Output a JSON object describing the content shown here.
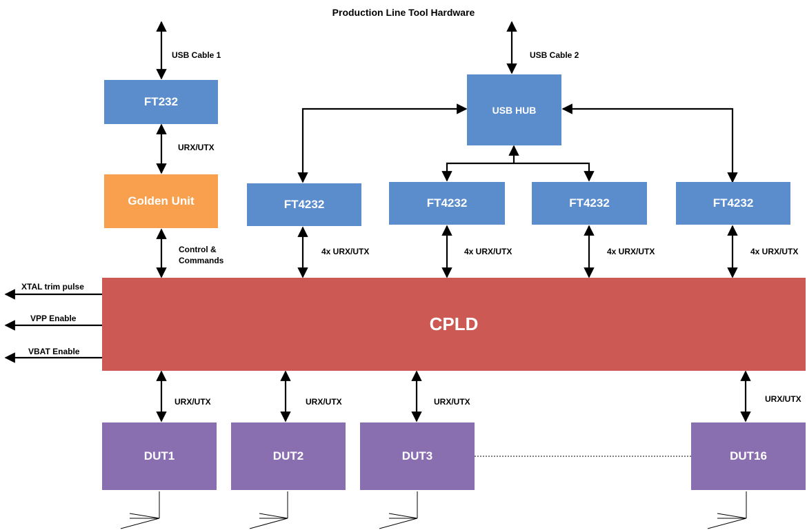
{
  "title": "Production Line Tool Hardware",
  "colors": {
    "ft_block": "#5b8dcd",
    "golden_unit": "#f8a04e",
    "cpld": "#cd5955",
    "dut": "#8a6fb0"
  },
  "blocks": {
    "ft232": "FT232",
    "golden_unit": "Golden Unit",
    "usb_hub": "USB HUB",
    "ft4232_1": "FT4232",
    "ft4232_2": "FT4232",
    "ft4232_3": "FT4232",
    "ft4232_4": "FT4232",
    "cpld": "CPLD",
    "dut1": "DUT1",
    "dut2": "DUT2",
    "dut3": "DUT3",
    "dut16": "DUT16"
  },
  "links": {
    "usb_cable_1": "USB Cable 1",
    "usb_cable_2": "USB Cable 2",
    "ft232_golden": "URX/UTX",
    "golden_cpld_line1": "Control &",
    "golden_cpld_line2": "Commands",
    "ft4232_1_cpld": "4x URX/UTX",
    "ft4232_2_cpld": "4x URX/UTX",
    "ft4232_3_cpld": "4x URX/UTX",
    "ft4232_4_cpld": "4x URX/UTX",
    "cpld_dut1": "URX/UTX",
    "cpld_dut2": "URX/UTX",
    "cpld_dut3": "URX/UTX",
    "cpld_dut16": "URX/UTX"
  },
  "outputs": {
    "xtal": "XTAL trim pulse",
    "vpp": "VPP Enable",
    "vbat": "VBAT Enable"
  }
}
